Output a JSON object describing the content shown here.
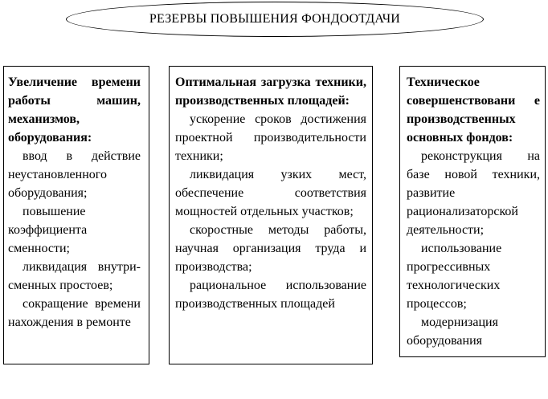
{
  "title": "РЕЗЕРВЫ ПОВЫШЕНИЯ ФОНДООТДАЧИ",
  "columns": [
    {
      "heading": "Увеличение времени работы машин, механизмов, оборудования:",
      "items": [
        "ввод в действие неустановленного оборудования;",
        "повышение коэффициента сменности;",
        "ликвидация внутри-сменных простоев;",
        "сокращение времени нахождения в ремонте"
      ]
    },
    {
      "heading": "Оптимальная загрузка техники, производственных площадей:",
      "items": [
        "ускорение сроков достижения проектной производительности техники;",
        "ликвидация узких мест, обеспечение соответствия мощностей отдельных участков;",
        "скоростные методы работы, научная организация труда и производства;",
        "рациональное использование производственных площадей"
      ]
    },
    {
      "heading": "Техническое совершенствовани е производственных основных фондов:",
      "items": [
        "реконструкция на базе новой техники, развитие рационализаторской деятельности;",
        "использование прогрессивных технологических процессов;",
        "модернизация оборудования"
      ]
    }
  ]
}
